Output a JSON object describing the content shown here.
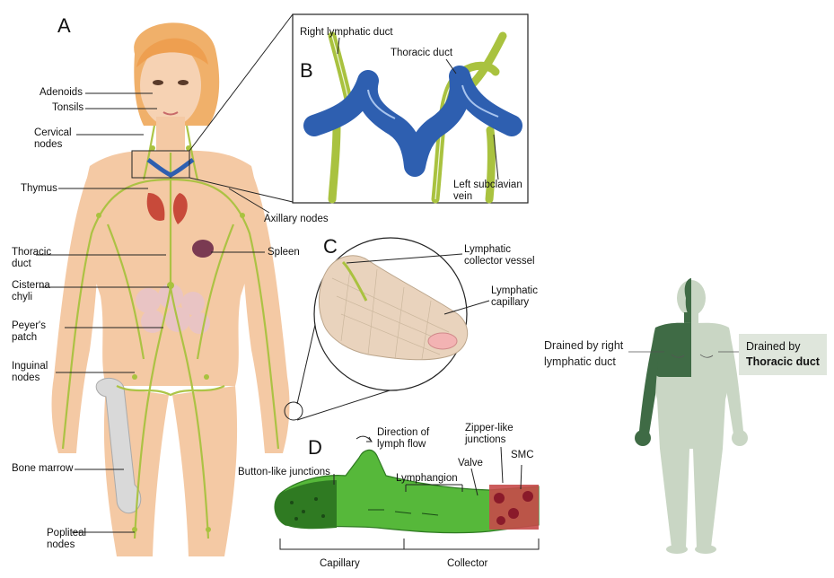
{
  "panels": {
    "a": "A",
    "b": "B",
    "c": "C",
    "d": "D"
  },
  "labels_left": {
    "adenoids": "Adenoids",
    "tonsils": "Tonsils",
    "cervical": "Cervical\nnodes",
    "thymus": "Thymus",
    "thoracic": "Thoracic\nduct",
    "cisterna": "Cisterna\nchyli",
    "peyers": "Peyer's\npatch",
    "inguinal": "Inguinal\nnodes",
    "bone": "Bone marrow",
    "popliteal": "Popliteal\nnodes"
  },
  "labels_right": {
    "axillary": "Axillary nodes",
    "spleen": "Spleen"
  },
  "panel_b": {
    "right_duct": "Right lymphatic duct",
    "thoracic_duct": "Thoracic duct",
    "subclavian": "Left subclavian\nvein"
  },
  "panel_c": {
    "collector": "Lymphatic\ncollector vessel",
    "capillary": "Lymphatic\ncapillary"
  },
  "panel_d": {
    "direction": "Direction of\nlymph flow",
    "zipper": "Zipper-like\njunctions",
    "smc": "SMC",
    "valve": "Valve",
    "lymphangion": "Lymphangion",
    "button": "Button-like junctions",
    "capillary": "Capillary",
    "collector": "Collector"
  },
  "drainage": {
    "right_line1": "Drained by  right",
    "right_line2": "lymphatic duct",
    "thoracic_line1": "Drained by",
    "thoracic_line2": "Thoracic duct"
  },
  "colors": {
    "skin": "#f4c9a4",
    "hair": "#f0b06a",
    "lymph": "#a9c23f",
    "vein": "#2e5fb0",
    "dark_green": "#3f6b45",
    "light_green": "#c9d6c4"
  }
}
